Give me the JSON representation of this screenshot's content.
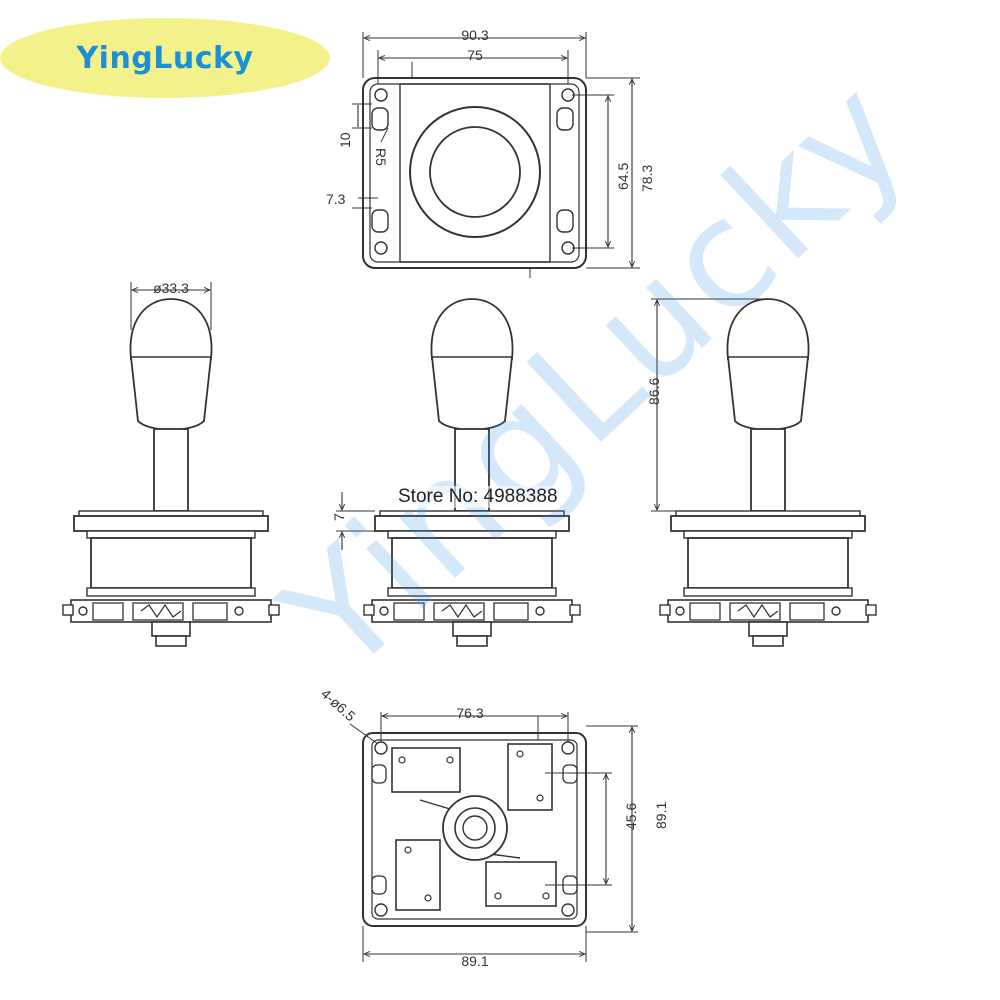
{
  "brand": {
    "name": "YingLucky",
    "badge_color": "#f3f28a",
    "text_color": "#1c8fd6"
  },
  "store": {
    "label": "Store No: 4988388"
  },
  "watermark": {
    "text": "YingLucky",
    "color": "#3c96e6"
  },
  "dimensions": {
    "top_width_outer": "90.3",
    "top_width_inner": "75",
    "top_left_ten": "10",
    "top_radius": "R5",
    "top_left_offset": "7.3",
    "top_height_inner": "64.5",
    "top_height_outer": "78.3",
    "ball_diameter": "ø33.3",
    "plate_thickness": "7",
    "total_height": "86.6",
    "bottom_hole_spec": "4-ø6.5",
    "bottom_hole_spacing": "76.3",
    "bottom_inner_height": "45.6",
    "bottom_outer_height": "89.1",
    "bottom_width": "89.1"
  },
  "colors": {
    "line": "#333333",
    "watermark": "#3c96e6"
  }
}
